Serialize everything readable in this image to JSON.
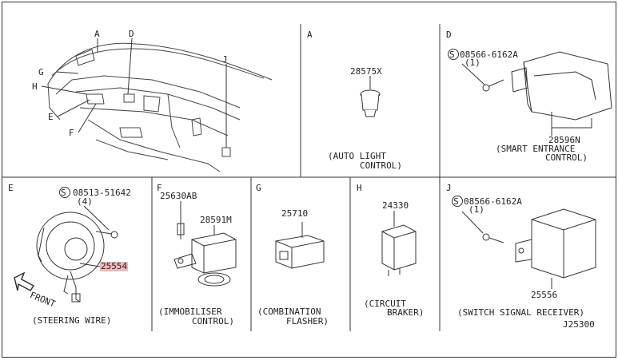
{
  "panels": {
    "overview": {
      "callouts": [
        "A",
        "D",
        "G",
        "H",
        "E",
        "F",
        "J"
      ]
    },
    "A": {
      "letter": "A",
      "part": "28575X",
      "caption_1": "(AUTO LIGHT",
      "caption_2": "CONTROL)"
    },
    "D": {
      "letter": "D",
      "screw": "08566-6162A",
      "qty": "(1)",
      "part": "28596N",
      "caption_1": "(SMART ENTRANCE",
      "caption_2": "CONTROL)"
    },
    "E": {
      "letter": "E",
      "screw": "08513-51642",
      "qty": "(4)",
      "part": "25554",
      "front": "FRONT",
      "caption": "(STEERING WIRE)"
    },
    "F": {
      "letter": "F",
      "part_1": "25630AB",
      "part_2": "28591M",
      "caption_1": "(IMMOBILISER",
      "caption_2": "CONTROL)"
    },
    "G": {
      "letter": "G",
      "part": "25710",
      "caption_1": "(COMBINATION",
      "caption_2": "FLASHER)"
    },
    "H": {
      "letter": "H",
      "part": "24330",
      "caption_1": "(CIRCUIT",
      "caption_2": "BRAKER)"
    },
    "J": {
      "letter": "J",
      "screw": "08566-6162A",
      "qty": "(1)",
      "part": "25556",
      "caption": "(SWITCH SIGNAL RECEIVER)"
    }
  },
  "diagram_code": "J25300",
  "screw_symbol": "S",
  "colors": {
    "line": "#333333",
    "highlight": "#f2b8bb"
  }
}
